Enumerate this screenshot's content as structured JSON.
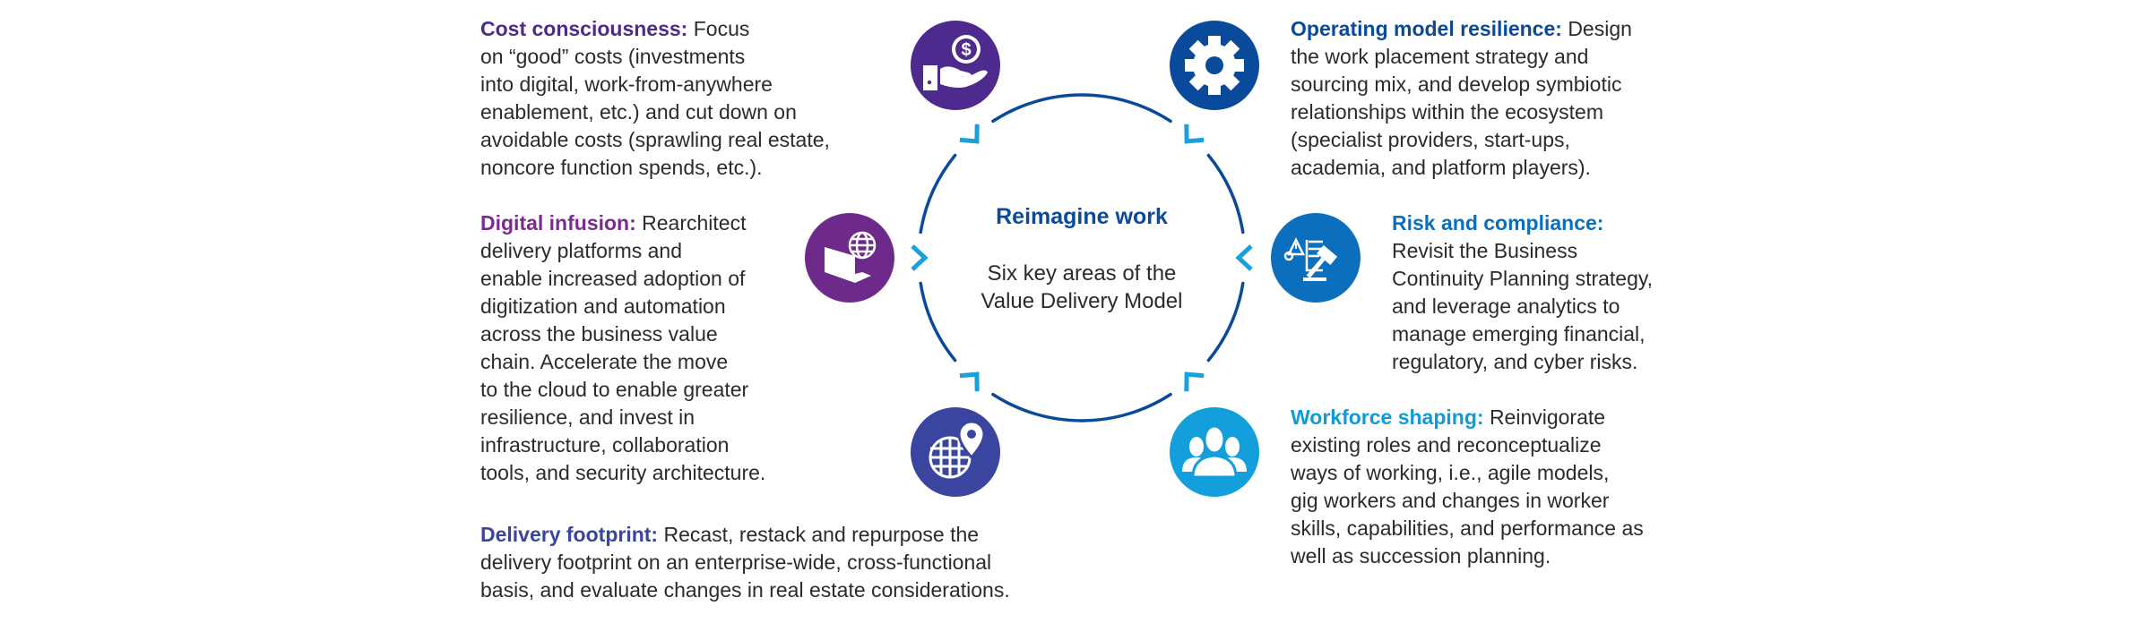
{
  "center": {
    "title": "Reimagine work",
    "subtitle_lines": [
      "Six key areas of the",
      "Value Delivery Model"
    ]
  },
  "areas": {
    "cost": {
      "heading": "Cost consciousness:",
      "lines": [
        "Focus",
        "on “good” costs (investments",
        "into digital, work-from-anywhere",
        "enablement, etc.) and cut down on",
        "avoidable costs (sprawling real estate,",
        "noncore function spends, etc.)."
      ],
      "icon": "hand-holding-dollar-icon",
      "color": "#4f2a8e"
    },
    "digital": {
      "heading": "Digital infusion:",
      "lines": [
        "Rearchitect",
        "delivery platforms and",
        "enable increased adoption of",
        "digitization and automation",
        "across the business value",
        "chain. Accelerate the move",
        "to the cloud to enable greater",
        "resilience, and invest in",
        "infrastructure, collaboration",
        "tools, and security architecture."
      ],
      "icon": "laptop-globe-icon",
      "color": "#6e2a8a"
    },
    "delivery": {
      "heading": "Delivery footprint:",
      "lines": [
        "Recast, restack and repurpose the",
        "delivery footprint on an enterprise-wide, cross-functional",
        "basis, and evaluate changes in real estate considerations."
      ],
      "icon": "globe-location-pin-icon",
      "color": "#3a45a0"
    },
    "opmodel": {
      "heading": "Operating model resilience:",
      "lines": [
        "Design",
        "the work placement strategy and",
        "sourcing mix, and develop symbiotic",
        "relationships within the ecosystem",
        "(specialist providers, start-ups,",
        "academia, and platform players)."
      ],
      "icon": "gear-icon",
      "color": "#0a4a9a"
    },
    "risk": {
      "heading": "Risk and compliance:",
      "lines": [
        "Revisit the Business",
        "Continuity Planning strategy,",
        "and leverage analytics to",
        "manage emerging financial,",
        "regulatory, and cyber risks."
      ],
      "icon": "gavel-compliance-icon",
      "color": "#0c6fbe"
    },
    "workforce": {
      "heading": "Workforce shaping:",
      "lines": [
        "Reinvigorate",
        "existing roles and reconceptualize",
        "ways of working, i.e., agile models,",
        "gig workers and changes in worker",
        "skills, capabilities, and performance as",
        "well as succession planning."
      ],
      "icon": "people-group-icon",
      "color": "#129fdc"
    }
  },
  "colors": {
    "ring": "#0a4a9a",
    "chevron": "#1aa0dc"
  }
}
